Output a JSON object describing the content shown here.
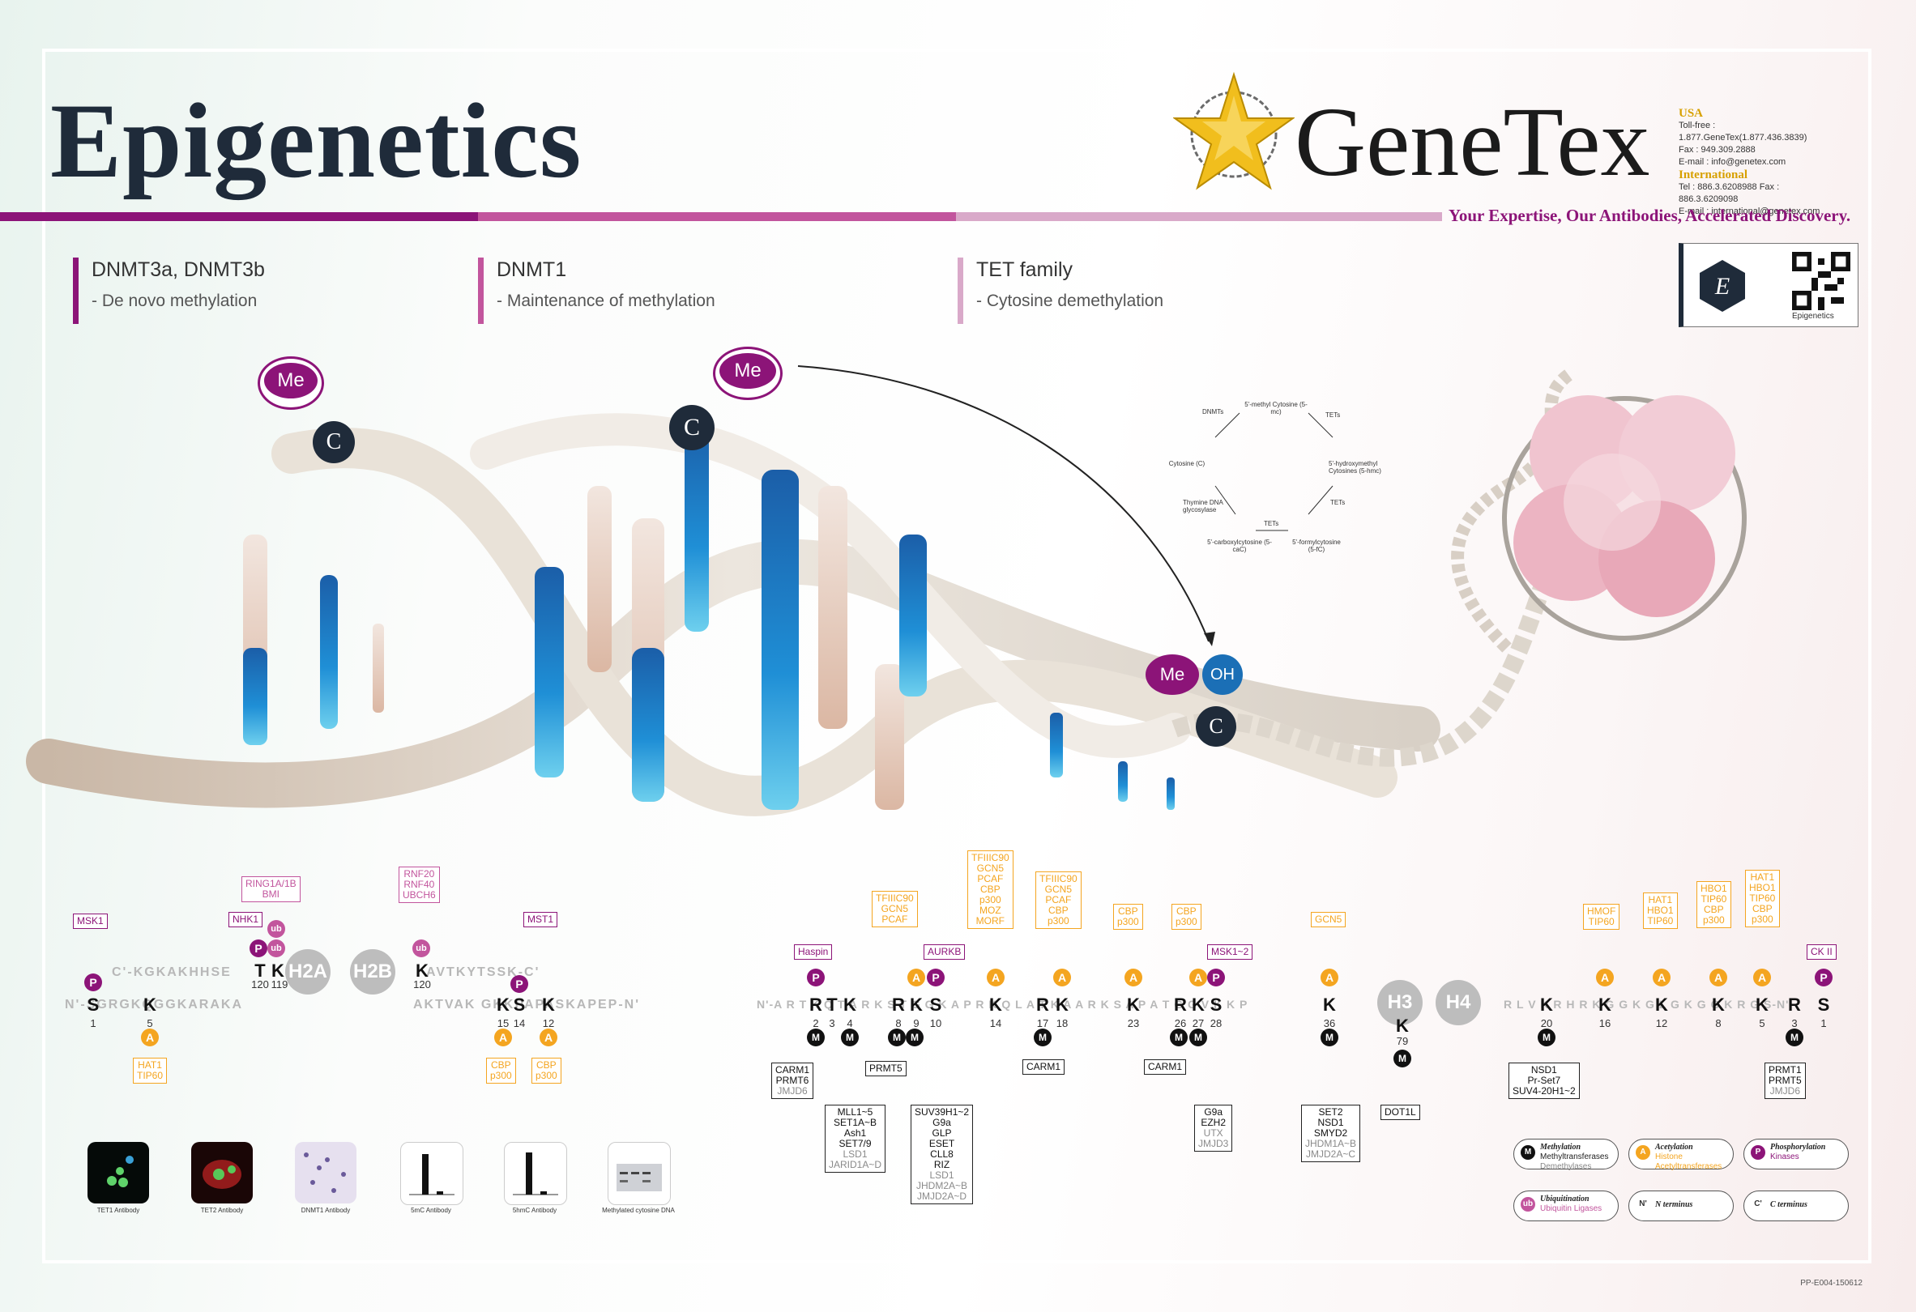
{
  "header": {
    "title": "Epigenetics",
    "brand": "GeneTex",
    "tagline": "Your Expertise, Our Antibodies, Accelerated Discovery."
  },
  "contact": {
    "usa_label": "USA",
    "usa_line1": "Toll-free : 1.877.GeneTex(1.877.436.3839)",
    "usa_line2": "Fax : 949.309.2888",
    "usa_line3": "E-mail : info@genetex.com",
    "intl_label": "International",
    "intl_line1": "Tel : 886.3.6208988   Fax : 886.3.6209098",
    "intl_line2": "E-mail : international@genetex.com"
  },
  "badge": {
    "caption": "Epigenetics"
  },
  "enzymes": [
    {
      "name": "DNMT3a, DNMT3b",
      "desc": "- De novo methylation"
    },
    {
      "name": "DNMT1",
      "desc": "- Maintenance of methylation"
    },
    {
      "name": "TET family",
      "desc": "- Cytosine demethylation"
    }
  ],
  "dna_marks": {
    "me": "Me",
    "c": "C",
    "oh": "OH"
  },
  "cycle": {
    "top": "5'-methyl Cytosine (5-mc)",
    "right": "5'-hydroxymethyl Cytosines (5-hmc)",
    "bottom_right": "5'-formylcytosine (5-fC)",
    "bottom_left": "5'-carboxylcytosine (5-caC)",
    "left": "Cytosine (C)",
    "arrow": "TETs",
    "arrow2": "TETs",
    "arrow3": "TETs",
    "left_arrow_top": "DNMTs",
    "left_arrow_bottom": "Thymine DNA glycosylase"
  },
  "h2": {
    "h2a_label": "H2A",
    "h2b_label": "H2B",
    "seq_h2a_top": "C'-KGKAKHHSE",
    "seq_h2a_bottom": "N'-SGRGKQGGKARAKA",
    "seq_h2b_top": "AVTKYTSSK-C'",
    "seq_h2b_bottom": "AKTVAK  GKKPAPASKAPEP-N'",
    "res": {
      "S1": "S",
      "K5": "K",
      "T120": "T",
      "K119": "K",
      "K120": "K",
      "K15": "K",
      "S14": "S",
      "K12": "K"
    },
    "nums": {
      "n1": "1",
      "n5": "5",
      "n120a": "120",
      "n119": "119",
      "n120b": "120",
      "n15": "15",
      "n14": "14",
      "n12": "12"
    },
    "labels": {
      "msk1": "MSK1",
      "nhk1": "NHK1",
      "ring": "RING1A/1B\nBMI",
      "rnf": "RNF20\nRNF40\nUBCH6",
      "mst1": "MST1",
      "hat1": "HAT1\nTIP60",
      "cbp1": "CBP\np300",
      "cbp2": "CBP\np300"
    }
  },
  "h3": {
    "h3_label": "H3",
    "h4_label": "H4",
    "seq_left": "N'-A  R T K Q T A  R K S  T G G  K A P  R K Q L A T  K A A  R K S  A P A T G G V  K K P",
    "seq_right": "R L V  K R H R K  G G  K G L G  K G G  K R G  S-N'",
    "res": {
      "R2": "R",
      "T3": "T",
      "K4": "K",
      "R8": "R",
      "K9": "K",
      "S10": "S",
      "K14": "K",
      "R17": "R",
      "K18": "K",
      "K23": "K",
      "R26": "R",
      "K27": "K",
      "S28": "S",
      "K36": "K",
      "K79": "K",
      "K20": "K",
      "K16": "K",
      "K12": "K",
      "K8": "K",
      "K5": "K",
      "R3": "R",
      "S1": "S"
    },
    "nums": {
      "n2": "2",
      "n3": "3",
      "n4": "4",
      "n8": "8",
      "n9": "9",
      "n10": "10",
      "n14": "14",
      "n17": "17",
      "n18": "18",
      "n23": "23",
      "n26": "26",
      "n27": "27",
      "n28": "28",
      "n36": "36",
      "n79": "79",
      "n20": "20",
      "n16": "16",
      "n12": "12",
      "n8b": "8",
      "n5": "5",
      "n3b": "3",
      "n1": "1"
    },
    "labels": {
      "haspin": "Haspin",
      "aurkb": "AURKB",
      "tfiiic1": "TFIIIC90\nGCN5\nPCAF",
      "tfiiic2": "TFIIIC90\nGCN5\nPCAF\nCBP\np300\nMOZ\nMORF",
      "tfiiic3": "TFIIIC90\nGCN5\nPCAF\nCBP\np300",
      "cbp23": "CBP\np300",
      "cbp27": "CBP\np300",
      "msk12": "MSK1~2",
      "gcn5": "GCN5",
      "hmof": "HMOF\nTIP60",
      "hat1": "HAT1\nHBO1\nTIP60",
      "hbo1": "HBO1\nTIP60\nCBP\np300",
      "hat1b": "HAT1\nHBO1\nTIP60\nCBP\np300",
      "ck2": "CK II",
      "carm1a": "CARM1\nPRMT6",
      "carm1a_d": "JMJD6",
      "mll": "MLL1~5\nSET1A~B\nAsh1\nSET7/9",
      "mll_d": "LSD1\nJARID1A~D",
      "prmt5": "PRMT5",
      "suv": "SUV39H1~2\nG9a\nGLP\nESET\nCLL8\nRIZ",
      "suv_d": "LSD1\nJHDM2A~B\nJMJD2A~D",
      "carm1b": "CARM1",
      "carm1c": "CARM1",
      "g9a": "G9a\nEZH2",
      "g9a_d": "UTX\nJMJD3",
      "set2": "SET2\nNSD1\nSMYD2",
      "set2_d": "JHDM1A~B\nJMJD2A~C",
      "dot1l": "DOT1L",
      "nsd1": "NSD1\nPr-Set7\nSUV4-20H1~2",
      "prmt1": "PRMT1\nPRMT5",
      "prmt1_d": "JMJD6"
    }
  },
  "legend": {
    "meth_title": "Methylation",
    "meth_a": "Methyltransferases",
    "meth_b": "Demethylases",
    "acet_title": "Acetylation",
    "acet_a": "Histone",
    "acet_b": "Acetyltransferases",
    "phos_title": "Phosphorylation",
    "phos_a": "Kinases",
    "ubi_title": "Ubiquitination",
    "ubi_a": "Ubiquitin Ligases",
    "n_term": "N terminus",
    "c_term": "C terminus",
    "n_sym": "N'",
    "c_sym": "C'"
  },
  "thumbnails": [
    "TET1 Antibody",
    "TET2 Antibody",
    "DNMT1 Antibody",
    "5mC Antibody",
    "5hmC Antibody",
    "Methylated cytosine DNA"
  ],
  "mark_letters": {
    "p": "P",
    "a": "A",
    "m": "M",
    "ub": "ub"
  },
  "code": "PP-E004-150612",
  "colors": {
    "purple": "#8c1478",
    "orange": "#f4a520",
    "blue": "#1f7ec2",
    "navy": "#1f2b3a"
  }
}
